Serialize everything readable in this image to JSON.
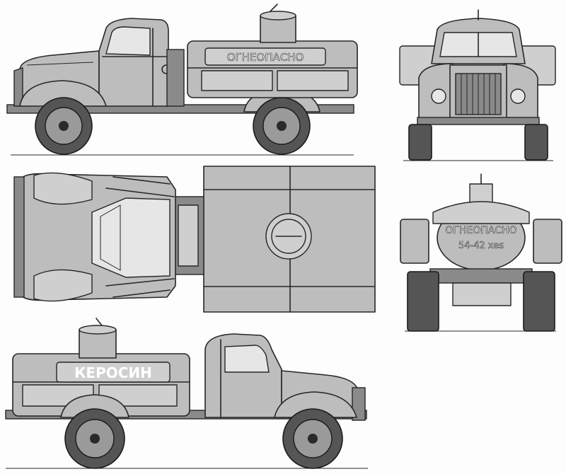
{
  "labels": {
    "side_tank_warning": "ОГНЕОПАСНО",
    "rear_tank_warning": "ОГНЕОПАСНО",
    "rear_tank_code": "54-42 xes",
    "side_tank_product": "КЕРОСИН"
  },
  "colors": {
    "body": "#bdbdbd",
    "line": "#262626",
    "tire": "#555555",
    "background": "#fdfdfd"
  }
}
